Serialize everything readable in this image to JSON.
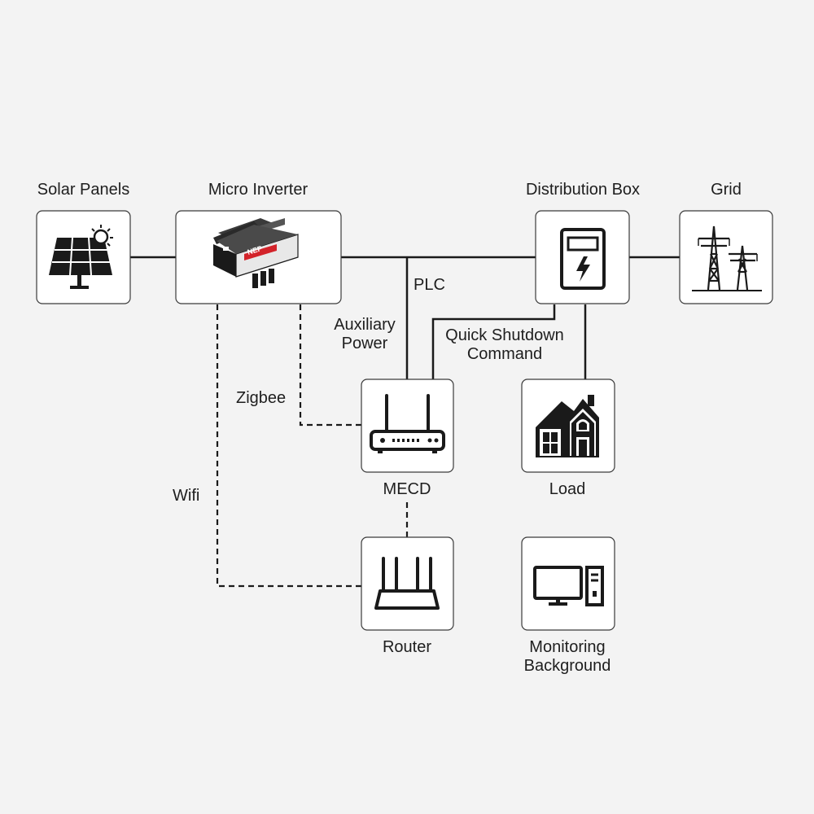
{
  "diagram": {
    "nodes": {
      "solar_panels": {
        "label": "Solar Panels",
        "icon": "solar-panel-icon"
      },
      "micro_inverter": {
        "label": "Micro Inverter",
        "icon": "micro-inverter-icon",
        "brand_text": "NEP"
      },
      "distribution_box": {
        "label": "Distribution Box",
        "icon": "distribution-box-icon"
      },
      "grid": {
        "label": "Grid",
        "icon": "power-tower-icon"
      },
      "mecd": {
        "label": "MECD",
        "icon": "router-device-icon"
      },
      "load": {
        "label": "Load",
        "icon": "house-icon"
      },
      "router": {
        "label": "Router",
        "icon": "wifi-router-icon"
      },
      "monitoring": {
        "label_line1": "Monitoring",
        "label_line2": "Background",
        "icon": "computer-icon"
      }
    },
    "edge_labels": {
      "plc": "PLC",
      "aux_line1": "Auxiliary",
      "aux_line2": "Power",
      "qs_line1": "Quick Shutdown",
      "qs_line2": "Command",
      "zigbee": "Zigbee",
      "wifi": "Wifi"
    },
    "colors": {
      "background": "#f3f3f3",
      "box_fill": "#ffffff",
      "line": "#1a1a1a",
      "brand_red": "#d3232a"
    }
  }
}
